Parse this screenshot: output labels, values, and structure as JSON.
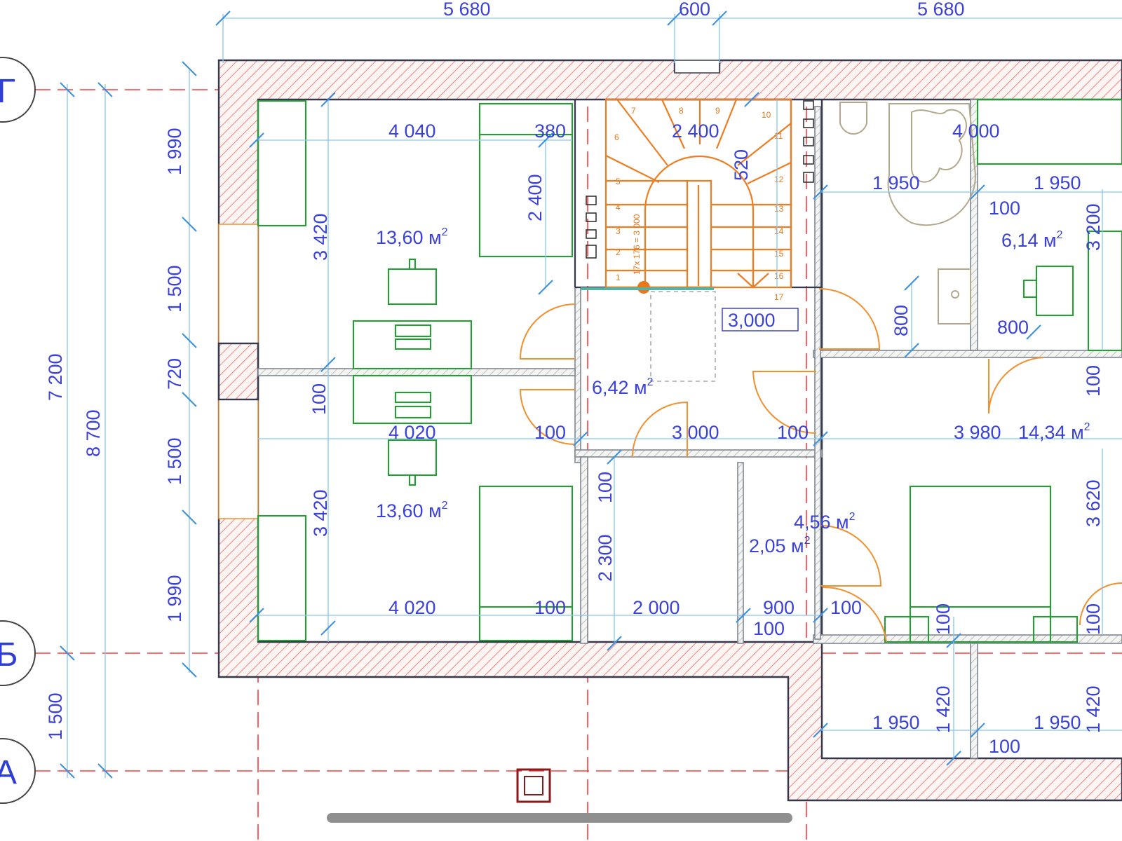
{
  "dimensions": {
    "top_left": "5 680",
    "top_mid": "600",
    "top_right": "5 680",
    "left_1990_top": "1 990",
    "left_1500_top": "1 500",
    "left_720": "720",
    "left_1500_bottom": "1 500",
    "left_1990_bottom": "1 990",
    "left_7200": "7 200",
    "left_8700": "8 700",
    "left_1500_ab": "1 500",
    "bedroom1_width": "4 040",
    "bedroom1_width_380": "380",
    "bedroom1_height": "3 420",
    "bed1_length": "2 400",
    "stair_width": "2 400",
    "stair_520": "520",
    "hall_3000_box": "3,000",
    "bath_1950": "1 950",
    "bath_4000": "4 000",
    "bath2_1950": "1 950",
    "bath2_100": "100",
    "bath_800_vertical": "800",
    "bath2_800": "800",
    "right_3200": "3 200",
    "right_100": "100",
    "wall_100_mid": "100",
    "bedroom2_width_top": "4 020",
    "hall_100_left": "100",
    "hall_3000": "3 000",
    "hall_100_right": "100",
    "bedroom3_width": "3 980",
    "bedroom2_height": "3 420",
    "closet_100": "100",
    "closet_2300": "2 300",
    "bedroom2_width_bottom": "4 020",
    "bedroom2_100": "100",
    "closet_2000": "2 000",
    "wc_900": "900",
    "wc_100": "100",
    "bedroom3_100": "100",
    "bedroom3_100_vert": "100",
    "bedroom3_100_vert_right": "100",
    "right_3620": "3 620",
    "bottom_1950_left": "1 950",
    "bottom_1420_left": "1 420",
    "bottom_1950_right": "1 950",
    "bottom_1420_right": "1 420",
    "bottom_100": "100"
  },
  "rooms": {
    "bedroom1_area": "13,60 м",
    "bedroom2_area": "13,60 м",
    "hall_area": "6,42 м",
    "bath2_area": "6,14 м",
    "bedroom3_area": "14,34 м",
    "closet_area": "4,56 м",
    "wc_area": "2,05 м",
    "area_exponent": "2"
  },
  "axes": [
    "Г",
    "Б",
    "А"
  ],
  "stairs": {
    "steps": [
      "1",
      "2",
      "3",
      "4",
      "5",
      "6",
      "7",
      "8",
      "9",
      "10",
      "11",
      "12",
      "13",
      "14",
      "15",
      "16",
      "17"
    ],
    "note": "17x 176 = 3 000"
  },
  "colors": {
    "dimension_text": "#3b42d8",
    "axis_line": "#ff3b3b",
    "wall_hatch": "#f06a6a",
    "furniture": "#1aa52a",
    "door_swing": "#f1902f",
    "stairs": "#ee7d22"
  }
}
